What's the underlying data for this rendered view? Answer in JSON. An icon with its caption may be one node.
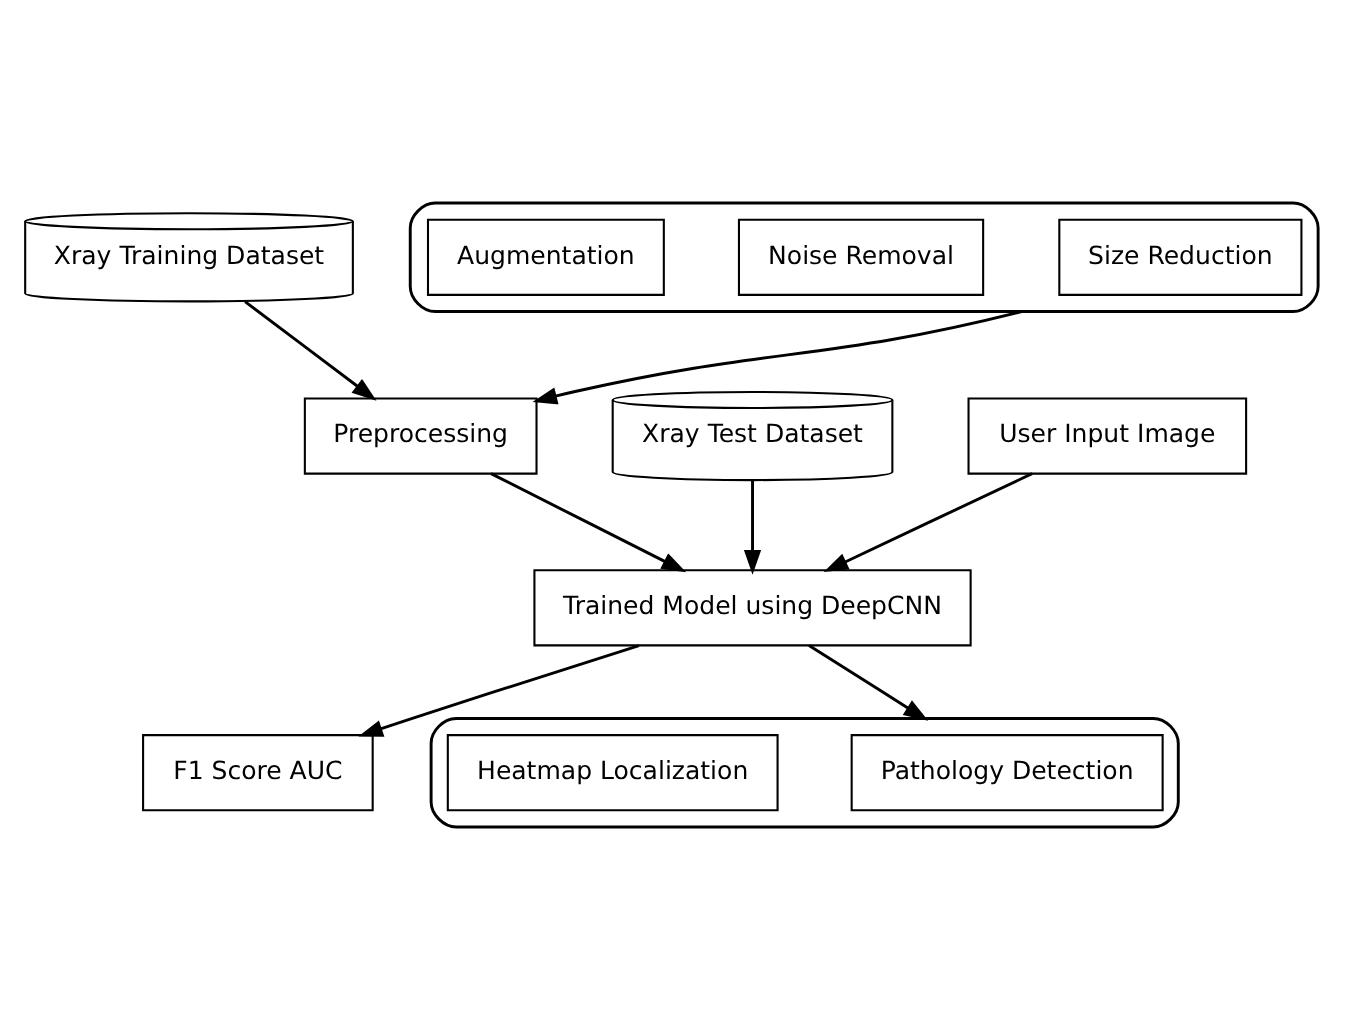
{
  "diagram": {
    "nodes": [
      {
        "text": [
          "Xray Training Dataset"
        ]
      },
      {
        "text": [
          "Preprocessing"
        ]
      },
      {
        "text": [],
        "shape": "box"
      },
      {
        "text": [
          "Size Reduction"
        ],
        "in": 2
      },
      {
        "text": [
          "Noise Removal"
        ],
        "in": 2
      },
      {
        "text": [
          "Augmentation"
        ],
        "in": 2
      },
      {
        "text": [
          "Xray Test Dataset"
        ]
      },
      {
        "text": [
          "Trained Model using DeepCNN"
        ]
      },
      {
        "text": [
          "User Input Image"
        ]
      },
      {
        "text": [
          "F1 Score AUC"
        ]
      },
      {
        "text": [],
        "shape": "box"
      },
      {
        "text": [
          "Pathology Detection"
        ],
        "in": 10
      },
      {
        "text": [
          "Heatmap Localization"
        ],
        "in": 10
      }
    ],
    "edges": [
      {
        "from": 0,
        "to": 1,
        "arrow": "to"
      },
      {
        "from": 2,
        "to": 1,
        "arrow": "to"
      },
      {
        "from": 1,
        "to": 7,
        "arrow": "to"
      },
      {
        "from": 6,
        "to": 7,
        "arrow": "to"
      },
      {
        "from": 8,
        "to": 7,
        "arrow": "to"
      },
      {
        "from": 7,
        "to": 9,
        "arrow": "to"
      },
      {
        "from": 7,
        "to": 10,
        "arrow": "to"
      }
    ]
  }
}
